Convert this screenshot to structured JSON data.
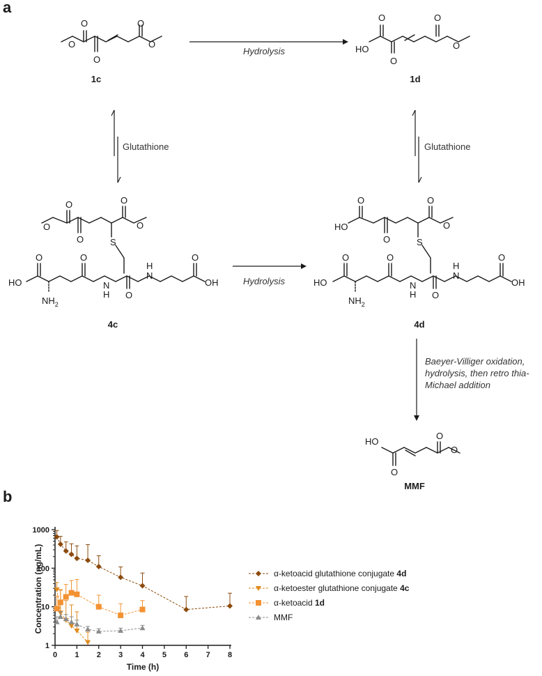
{
  "panels": {
    "a": "a",
    "b": "b"
  },
  "compounds": {
    "c1c": "1c",
    "c1d": "1d",
    "c4c": "4c",
    "c4d": "4d",
    "mmf": "MMF"
  },
  "atoms": {
    "O": "O",
    "HO": "HO",
    "OH": "OH",
    "S": "S",
    "N": "N",
    "H": "H",
    "NH2": "NH",
    "sub2": "2"
  },
  "reactions": {
    "hydrolysis_top": "Hydrolysis",
    "hydrolysis_mid": "Hydrolysis",
    "glutathione_left": "Glutathione",
    "glutathione_right": "Glutathione",
    "bv_line1": "Baeyer-Villiger oxidation,",
    "bv_line2": "hydrolysis, then retro thia-",
    "bv_line3": "Michael addition"
  },
  "chart_data": {
    "type": "line",
    "xlabel": "Time (h)",
    "ylabel": "Concentration (ng/mL)",
    "yscale": "log",
    "xlim": [
      0,
      8
    ],
    "ylim": [
      1,
      1000
    ],
    "x_ticks": [
      "0",
      "1",
      "2",
      "3",
      "4",
      "5",
      "6",
      "7",
      "8"
    ],
    "y_ticks": [
      "1",
      "10",
      "100",
      "1000"
    ],
    "grid": false,
    "legend_position": "right",
    "series": [
      {
        "name": "α-ketoacid glutathione conjugate ",
        "name_bold": "4d",
        "color": "#8B4A0C",
        "marker": "diamond",
        "line": "dashed",
        "x": [
          0.083,
          0.25,
          0.5,
          0.75,
          1,
          1.5,
          2,
          3,
          4,
          6,
          8
        ],
        "y": [
          650,
          420,
          280,
          230,
          180,
          160,
          110,
          58,
          35,
          8.5,
          10.5
        ],
        "err_up": [
          300,
          250,
          200,
          200,
          200,
          250,
          100,
          50,
          40,
          10,
          12
        ]
      },
      {
        "name": "α-ketoester glutathione conjugate ",
        "name_bold": "4c",
        "color": "#E08A1E",
        "marker": "triangle-down",
        "line": "dashed",
        "x": [
          0.083,
          0.25,
          0.5,
          0.75,
          1,
          1.5
        ],
        "y": [
          28,
          7,
          4.5,
          3.2,
          2.4,
          1.2
        ],
        "err_up": [
          15,
          20,
          10,
          8,
          5,
          1
        ]
      },
      {
        "name": "α-ketoacid ",
        "name_bold": "1d",
        "color": "#F39233",
        "marker": "square",
        "line": "dashed",
        "x": [
          0.083,
          0.25,
          0.5,
          0.75,
          1,
          2,
          3,
          4
        ],
        "y": [
          9,
          13,
          18,
          23,
          21,
          10,
          6,
          8.5
        ],
        "err_up": [
          10,
          15,
          20,
          25,
          30,
          10,
          6,
          6
        ]
      },
      {
        "name": "MMF",
        "name_bold": "",
        "color": "#8C8C8C",
        "marker": "triangle-up",
        "line": "dashed",
        "x": [
          0.083,
          0.25,
          0.5,
          0.75,
          1,
          1.5,
          2,
          3,
          4
        ],
        "y": [
          4,
          5.5,
          4.8,
          4,
          3.5,
          2.6,
          2.3,
          2.4,
          2.8
        ],
        "err_up": [
          1.5,
          2,
          1.5,
          1.5,
          1,
          0.5,
          0.4,
          0.4,
          0.5
        ]
      }
    ]
  }
}
